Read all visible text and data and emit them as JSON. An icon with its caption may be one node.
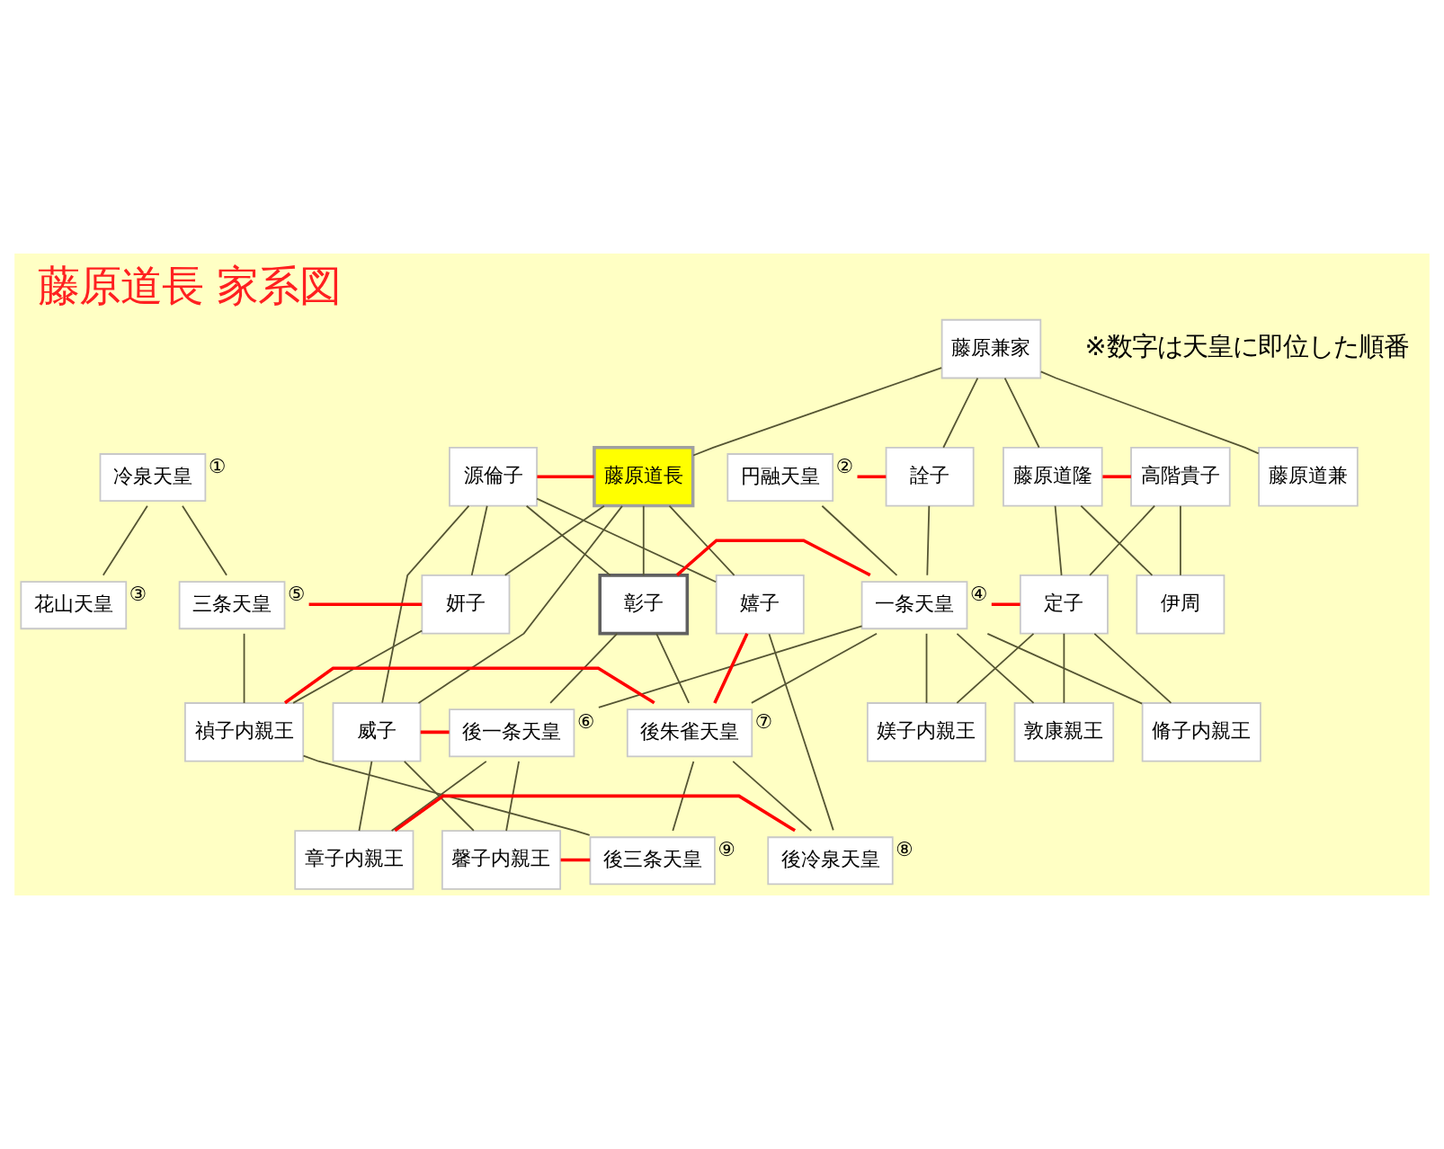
{
  "diagram": {
    "title": "藤原道長 家系図",
    "nodes": [
      {
        "text": [
          "藤原兼家"
        ]
      },
      {
        "text": [
          "冷泉天皇"
        ],
        "beside": [
          "①"
        ]
      },
      {
        "text": [
          "源倫子"
        ]
      },
      {
        "text": [
          "藤原道長"
        ]
      },
      {
        "text": [
          "円融天皇"
        ],
        "beside": [
          "②"
        ]
      },
      {
        "text": [
          "詮子"
        ]
      },
      {
        "text": [
          "藤原道兼"
        ]
      },
      {
        "text": [
          "藤原道隆"
        ]
      },
      {
        "text": [
          "高階貴子"
        ]
      },
      {
        "text": [
          "花山天皇"
        ],
        "beside": [
          "③"
        ]
      },
      {
        "text": [
          "三条天皇"
        ],
        "beside": [
          "⑤"
        ]
      },
      {
        "text": [
          "妍子"
        ]
      },
      {
        "text": [
          "彰子"
        ]
      },
      {
        "text": [
          "一条天皇"
        ],
        "beside": [
          "④"
        ]
      },
      {
        "text": [
          "定子"
        ]
      },
      {
        "text": [
          "伊周"
        ]
      },
      {
        "text": [
          "威子"
        ]
      },
      {
        "text": [
          "後一条天皇"
        ],
        "beside": [
          "⑥"
        ]
      },
      {
        "text": [
          "媄子内親王"
        ]
      },
      {
        "text": [
          "敦康親王"
        ]
      },
      {
        "text": [
          "脩子内親王"
        ]
      },
      {
        "text": [
          "禎子内親王"
        ]
      },
      {
        "text": [
          "嬉子"
        ]
      },
      {
        "text": [
          "後朱雀天皇"
        ],
        "beside": [
          "⑦"
        ]
      },
      {
        "text": [
          "後冷泉天皇"
        ],
        "beside": [
          "⑧"
        ]
      },
      {
        "text": [
          "章子内親王"
        ]
      },
      {
        "text": [
          "後三条天皇"
        ],
        "beside": [
          "⑨"
        ]
      },
      {
        "text": [
          "馨子内親王"
        ]
      }
    ],
    "edges": [
      {
        "from": 0,
        "to": 3,
        "arrow": "none"
      },
      {
        "from": 0,
        "to": 5,
        "arrow": "none"
      },
      {
        "from": 0,
        "to": 6,
        "arrow": "none"
      },
      {
        "from": 0,
        "to": 7,
        "arrow": "none"
      },
      {
        "from": 2,
        "to": 3,
        "arrow": "none",
        "color": "#ff0000"
      },
      {
        "from": 4,
        "to": 5,
        "arrow": "none",
        "color": "#ff0000"
      },
      {
        "from": 7,
        "to": 8,
        "arrow": "none",
        "color": "#ff0000"
      },
      {
        "from": 1,
        "to": 9,
        "arrow": "none"
      },
      {
        "from": 1,
        "to": 10,
        "arrow": "none"
      },
      {
        "from": 2,
        "to": 11,
        "arrow": "none"
      },
      {
        "from": 3,
        "to": 11,
        "arrow": "none"
      },
      {
        "from": 2,
        "to": 12,
        "arrow": "none"
      },
      {
        "from": 3,
        "to": 12,
        "arrow": "none"
      },
      {
        "from": 2,
        "to": 16,
        "arrow": "none"
      },
      {
        "from": 3,
        "to": 16,
        "arrow": "none"
      },
      {
        "from": 2,
        "to": 22,
        "arrow": "none"
      },
      {
        "from": 3,
        "to": 22,
        "arrow": "none"
      },
      {
        "from": 4,
        "to": 13,
        "arrow": "none"
      },
      {
        "from": 5,
        "to": 13,
        "arrow": "none"
      },
      {
        "from": 7,
        "to": 14,
        "arrow": "none"
      },
      {
        "from": 8,
        "to": 14,
        "arrow": "none"
      },
      {
        "from": 7,
        "to": 15,
        "arrow": "none"
      },
      {
        "from": 8,
        "to": 15,
        "arrow": "none"
      },
      {
        "from": 10,
        "to": 11,
        "arrow": "none",
        "color": "#ff0000"
      },
      {
        "from": 12,
        "to": 13,
        "arrow": "none",
        "color": "#ff0000"
      },
      {
        "from": 13,
        "to": 14,
        "arrow": "none",
        "color": "#ff0000"
      },
      {
        "from": 10,
        "to": 21,
        "arrow": "none"
      },
      {
        "from": 11,
        "to": 21,
        "arrow": "none"
      },
      {
        "from": 12,
        "to": 17,
        "arrow": "none"
      },
      {
        "from": 13,
        "to": 17,
        "arrow": "none"
      },
      {
        "from": 12,
        "to": 23,
        "arrow": "none"
      },
      {
        "from": 13,
        "to": 23,
        "arrow": "none"
      },
      {
        "from": 13,
        "to": 18,
        "arrow": "none"
      },
      {
        "from": 14,
        "to": 18,
        "arrow": "none"
      },
      {
        "from": 13,
        "to": 19,
        "arrow": "none"
      },
      {
        "from": 14,
        "to": 19,
        "arrow": "none"
      },
      {
        "from": 13,
        "to": 20,
        "arrow": "none"
      },
      {
        "from": 14,
        "to": 20,
        "arrow": "none"
      },
      {
        "from": 16,
        "to": 17,
        "arrow": "none",
        "color": "#ff0000"
      },
      {
        "from": 22,
        "to": 23,
        "arrow": "none",
        "color": "#ff0000"
      },
      {
        "from": 21,
        "to": 23,
        "arrow": "none",
        "color": "#ff0000"
      },
      {
        "from": 16,
        "to": 25,
        "arrow": "none"
      },
      {
        "from": 17,
        "to": 25,
        "arrow": "none"
      },
      {
        "from": 16,
        "to": 27,
        "arrow": "none"
      },
      {
        "from": 17,
        "to": 27,
        "arrow": "none"
      },
      {
        "from": 22,
        "to": 24,
        "arrow": "none"
      },
      {
        "from": 23,
        "to": 24,
        "arrow": "none"
      },
      {
        "from": 21,
        "to": 26,
        "arrow": "none"
      },
      {
        "from": 23,
        "to": 26,
        "arrow": "none"
      },
      {
        "from": 24,
        "to": 25,
        "arrow": "none",
        "color": "#ff0000"
      },
      {
        "from": 26,
        "to": 27,
        "arrow": "none",
        "color": "#ff0000"
      }
    ],
    "labels": [
      "※数字は天皇に即位した順番"
    ]
  }
}
